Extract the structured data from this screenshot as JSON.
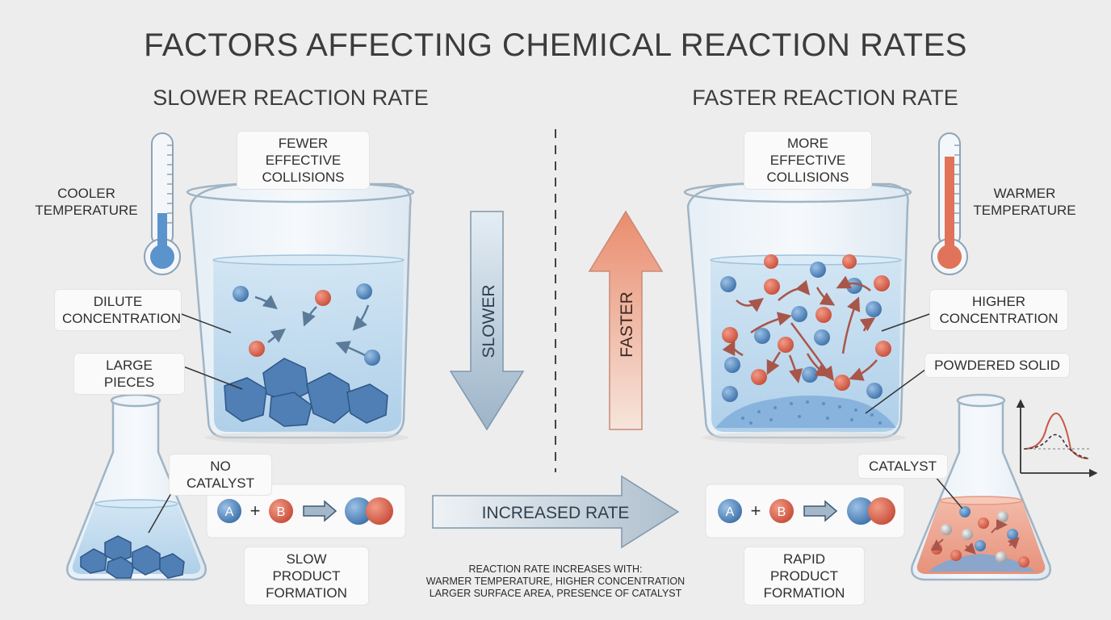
{
  "title": "FACTORS AFFECTING CHEMICAL REACTION RATES",
  "left": {
    "heading": "SLOWER REACTION RATE",
    "collisions": "FEWER EFFECTIVE\nCOLLISIONS",
    "temperature": "COOLER\nTEMPERATURE",
    "concentration": "DILUTE\nCONCENTRATION",
    "solid": "LARGE PIECES",
    "catalyst": "NO CATALYST",
    "product": "SLOW PRODUCT\nFORMATION"
  },
  "right": {
    "heading": "FASTER REACTION RATE",
    "collisions": "MORE EFFECTIVE\nCOLLISIONS",
    "temperature": "WARMER\nTEMPERATURE",
    "concentration": "HIGHER\nCONCENTRATION",
    "solid": "POWDERED SOLID",
    "catalyst": "CATALYST",
    "product": "RAPID PRODUCT\nFORMATION"
  },
  "arrows": {
    "down": "SLOWER",
    "up": "FASTER",
    "horizontal": "INCREASED RATE"
  },
  "reaction": {
    "a": "A",
    "b": "B"
  },
  "summary": "REACTION RATE INCREASES WITH:\nWARMER TEMPERATURE, HIGHER CONCENTRATION\nLARGER SURFACE AREA, PRESENCE OF CATALYST",
  "colors": {
    "background": "#ededed",
    "blue_particle": "#4f86bf",
    "red_particle": "#d86552",
    "water": "#bcd9ee",
    "slower_arrow": "#bfd0de",
    "faster_arrow": "#ef9f85",
    "cool_mercury": "#5b93cc",
    "warm_mercury": "#e0735a"
  }
}
